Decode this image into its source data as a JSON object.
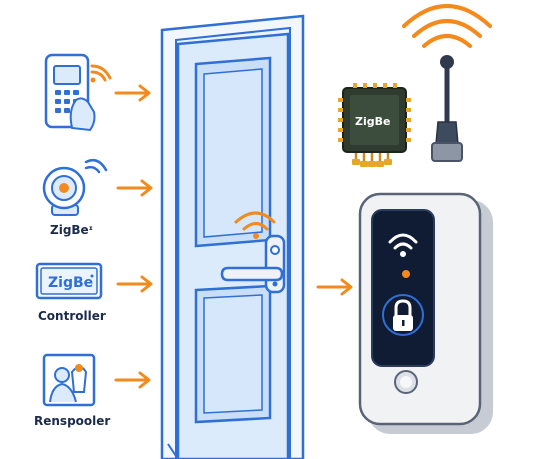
{
  "labels": {
    "zigbee_sensor": "ZigBeᶦ",
    "controller": "Controller",
    "renspooler": "Renspooler"
  },
  "badges": {
    "zigbee_box": "ZigBe",
    "zigbee_chip": "ZigBe"
  },
  "colors": {
    "accent": "#f28a1e",
    "outline": "#2f6fd6",
    "door_fill": "#dcebfc",
    "door_panel": "#c9dff8",
    "lock_body": "#f1f2f4",
    "lock_screen": "#0f1c33",
    "chip": "#2e3b2e"
  },
  "icons": [
    "card-reader-icon",
    "wifi-icon",
    "camera-sensor-icon",
    "zigbee-box-icon",
    "person-badge-icon",
    "door-icon",
    "door-handle-icon",
    "zigbee-chip-icon",
    "antenna-icon",
    "smart-lock-icon",
    "padlock-icon",
    "arrow-right-icon"
  ]
}
